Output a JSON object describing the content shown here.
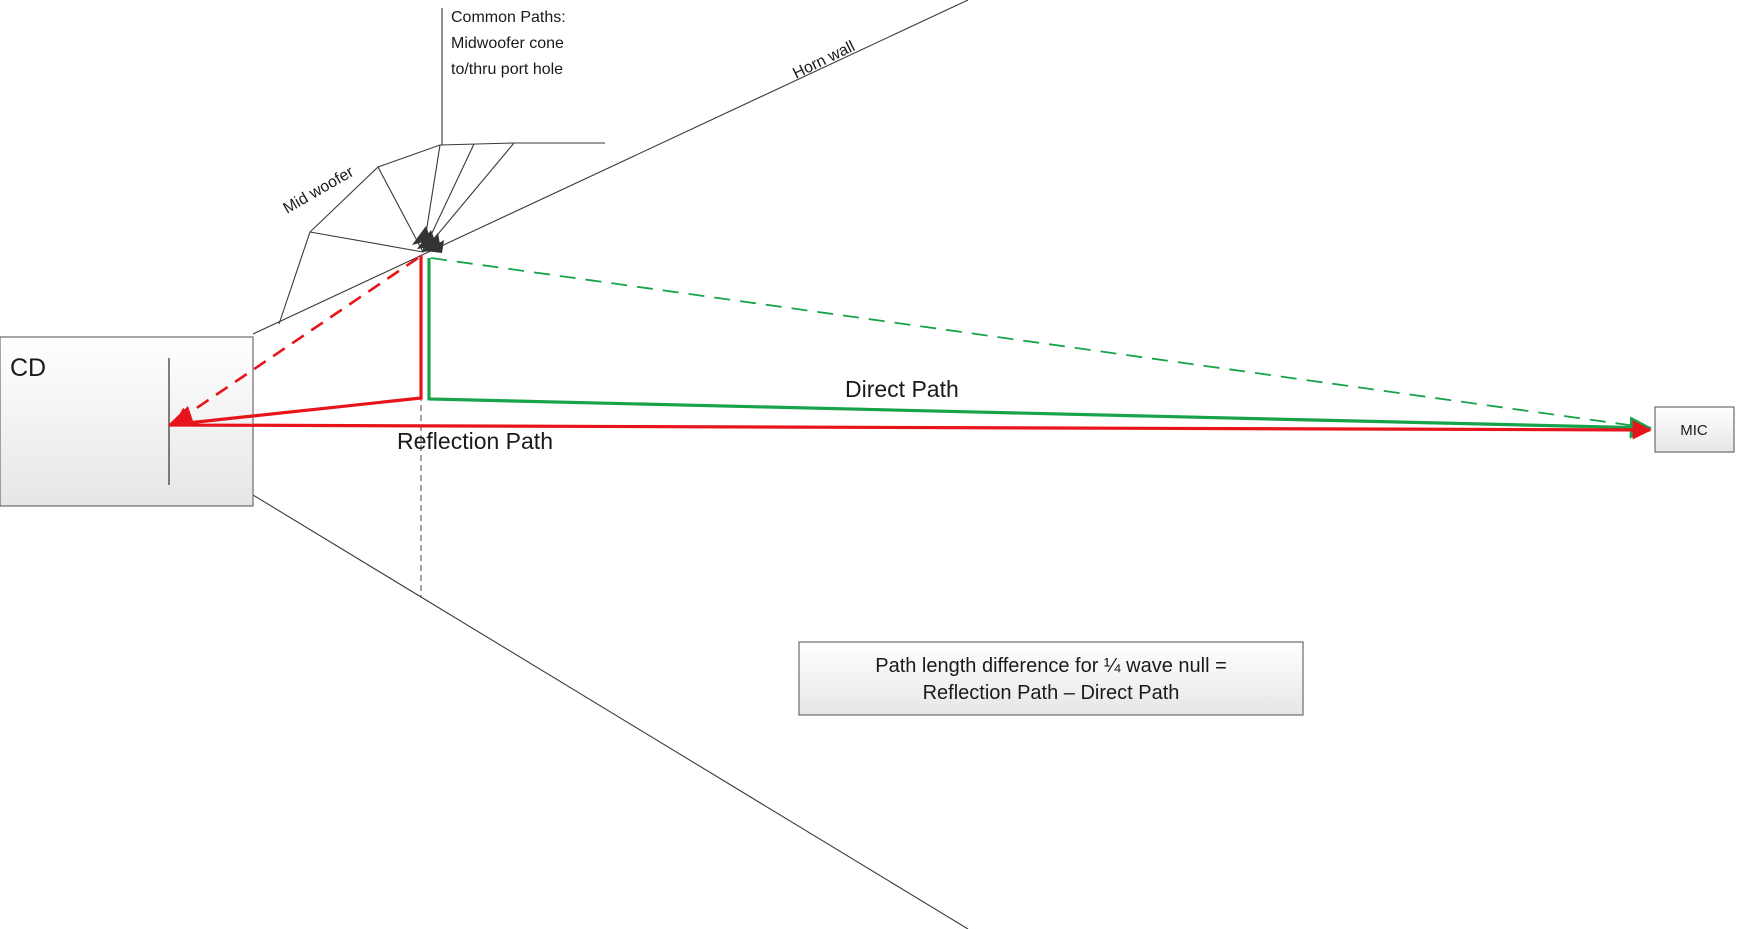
{
  "labels": {
    "common_paths_line1": "Common Paths:",
    "common_paths_line2": "Midwoofer cone",
    "common_paths_line3": "to/thru port hole",
    "horn_wall": "Horn wall",
    "mid_woofer": "Mid woofer",
    "cd": "CD",
    "direct_path": "Direct Path",
    "reflection_path": "Reflection Path",
    "mic": "MIC"
  },
  "note": {
    "line1": "Path length difference for ¼ wave null =",
    "line2": "Reflection Path – Direct Path"
  },
  "colors": {
    "reflection": "#e8141b",
    "direct": "#17a34a",
    "outline": "#3a3a3a"
  }
}
